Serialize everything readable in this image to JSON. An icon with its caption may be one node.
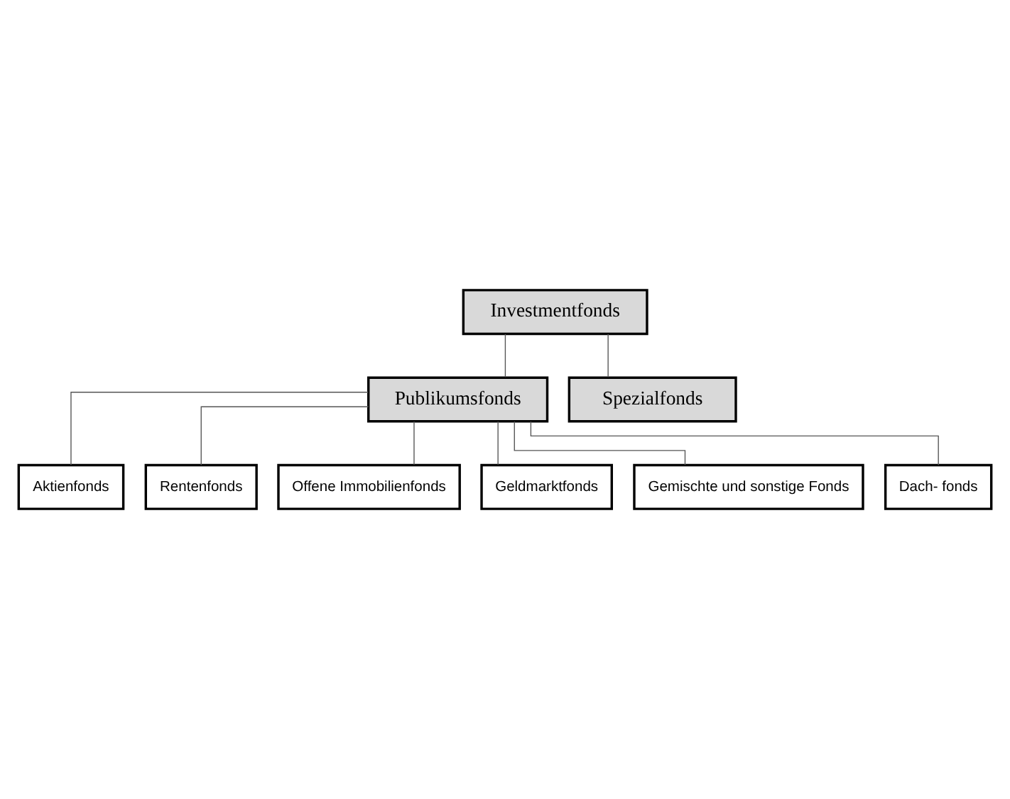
{
  "diagram": {
    "nodes": [
      {
        "text": [
          "Investmentfonds"
        ]
      },
      {
        "text": [
          "Publikumsfonds"
        ]
      },
      {
        "text": [
          "Spezialfonds"
        ]
      },
      {
        "text": [
          "Aktienfonds"
        ]
      },
      {
        "text": [
          "Rentenfonds"
        ]
      },
      {
        "text": [
          "Offene Immobilienfonds"
        ]
      },
      {
        "text": [
          "Geldmarktfonds"
        ]
      },
      {
        "text": [
          "Gemischte und sonstige Fonds"
        ]
      },
      {
        "text": [
          "Dach- fonds"
        ]
      }
    ],
    "edges": [
      {
        "from": 0,
        "to": 1,
        "arrow": "none"
      },
      {
        "from": 0,
        "to": 2,
        "arrow": "none"
      },
      {
        "from": 1,
        "to": 3,
        "arrow": "none"
      },
      {
        "from": 1,
        "to": 4,
        "arrow": "none"
      },
      {
        "from": 1,
        "to": 5,
        "arrow": "none"
      },
      {
        "from": 1,
        "to": 6,
        "arrow": "none"
      },
      {
        "from": 1,
        "to": 7,
        "arrow": "none"
      },
      {
        "from": 1,
        "to": 8,
        "arrow": "none"
      }
    ]
  }
}
